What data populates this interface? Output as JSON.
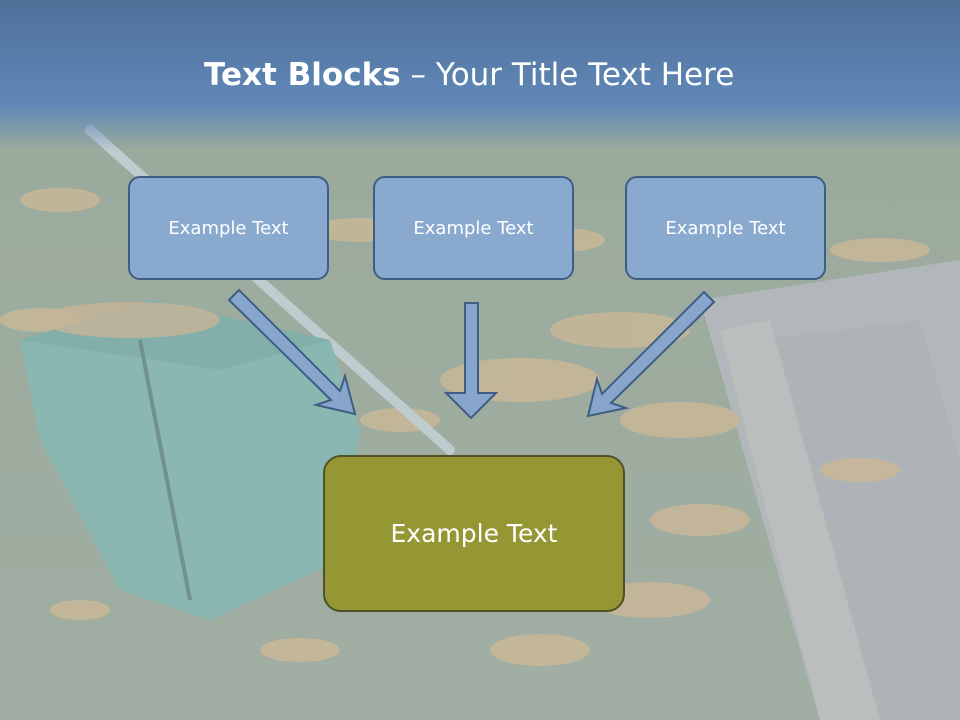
{
  "title": {
    "bold": "Text Blocks",
    "separator": " – ",
    "regular": "Your Title Text Here"
  },
  "blocks": [
    {
      "label": "Example Text"
    },
    {
      "label": "Example Text"
    },
    {
      "label": "Example Text"
    }
  ],
  "target": {
    "label": "Example Text"
  },
  "colors": {
    "title_band": "#5a7fad",
    "block_fill": "#8aa9ce",
    "block_border": "#3f5e84",
    "arrow_fill": "#88a6cc",
    "target_fill": "#949733",
    "target_border": "#4f5126"
  }
}
